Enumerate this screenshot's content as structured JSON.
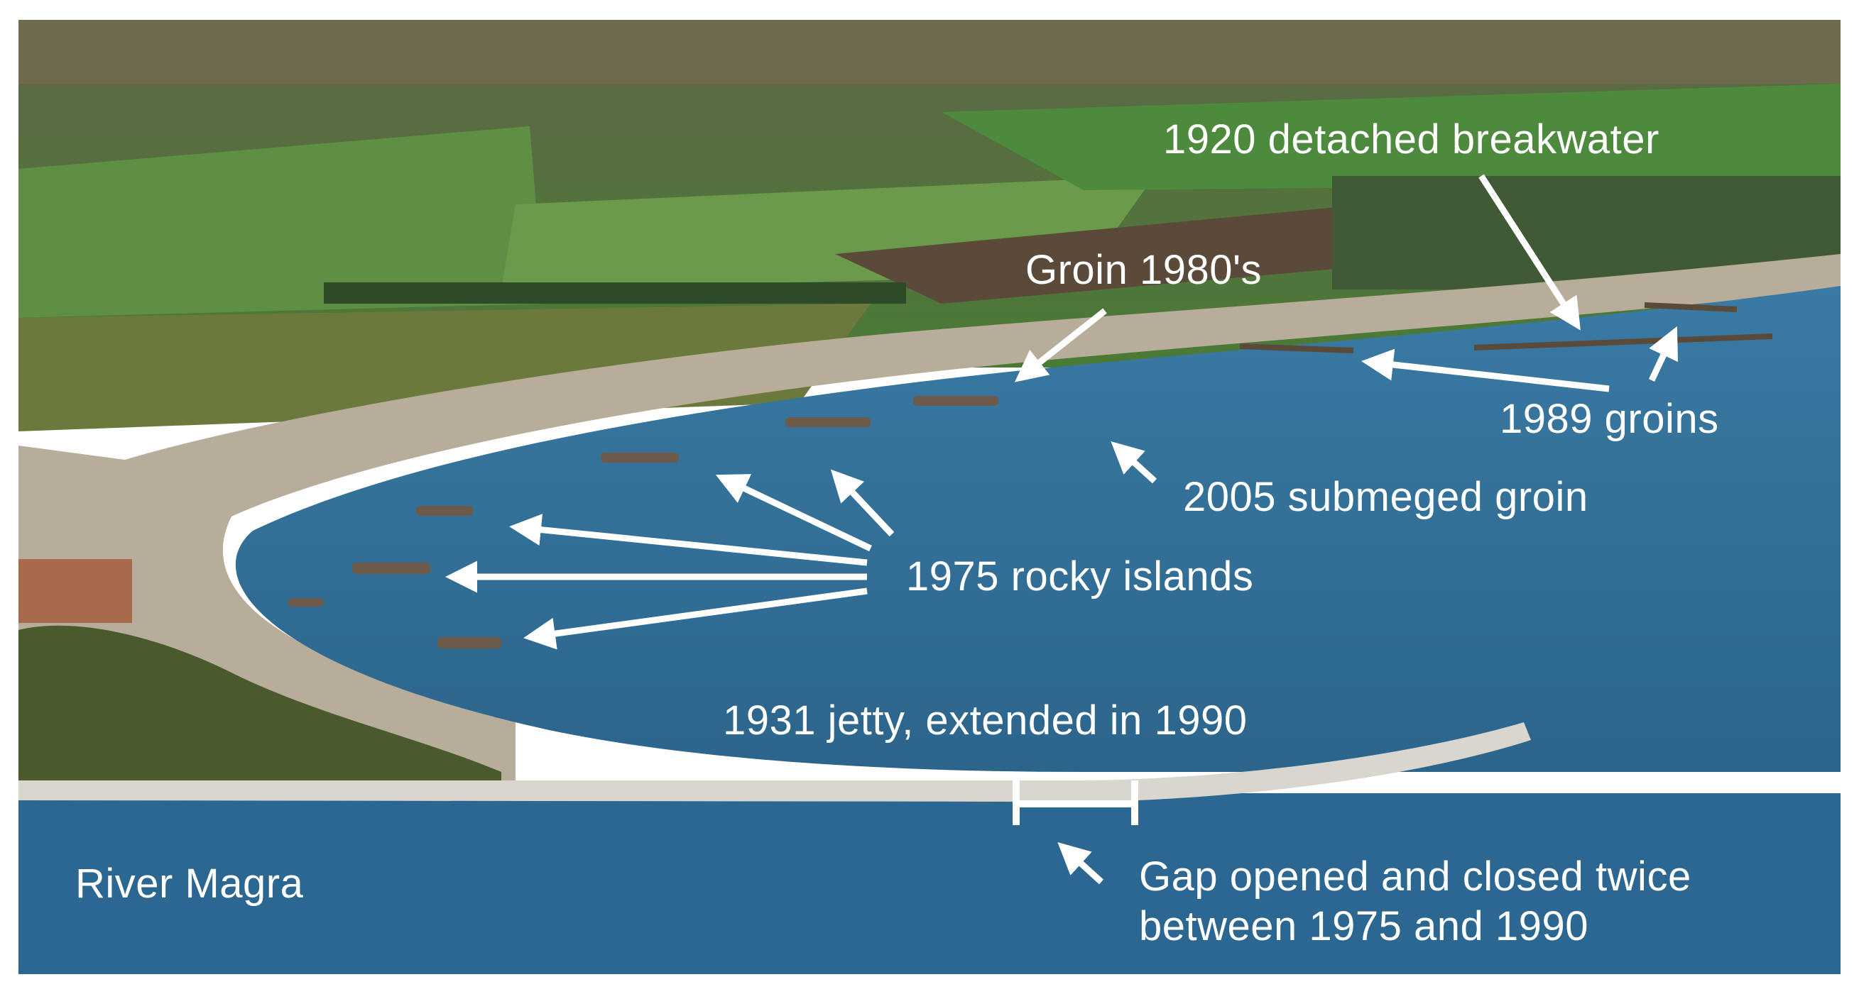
{
  "labels": {
    "breakwater_1920": "1920 detached breakwater",
    "groin_1980s": "Groin 1980's",
    "groins_1989": "1989 groins",
    "submerged_groin_2005": "2005 submeged groin",
    "rocky_islands_1975": "1975 rocky islands",
    "jetty_1931": "1931 jetty, extended in 1990",
    "river": "River Magra",
    "gap_line1": "Gap opened and closed twice",
    "gap_line2": "between 1975 and 1990"
  },
  "colors": {
    "sea": "#2f6d95",
    "label": "#ffffff",
    "field": "#4f7f3a",
    "beach": "#b8ad9a"
  }
}
